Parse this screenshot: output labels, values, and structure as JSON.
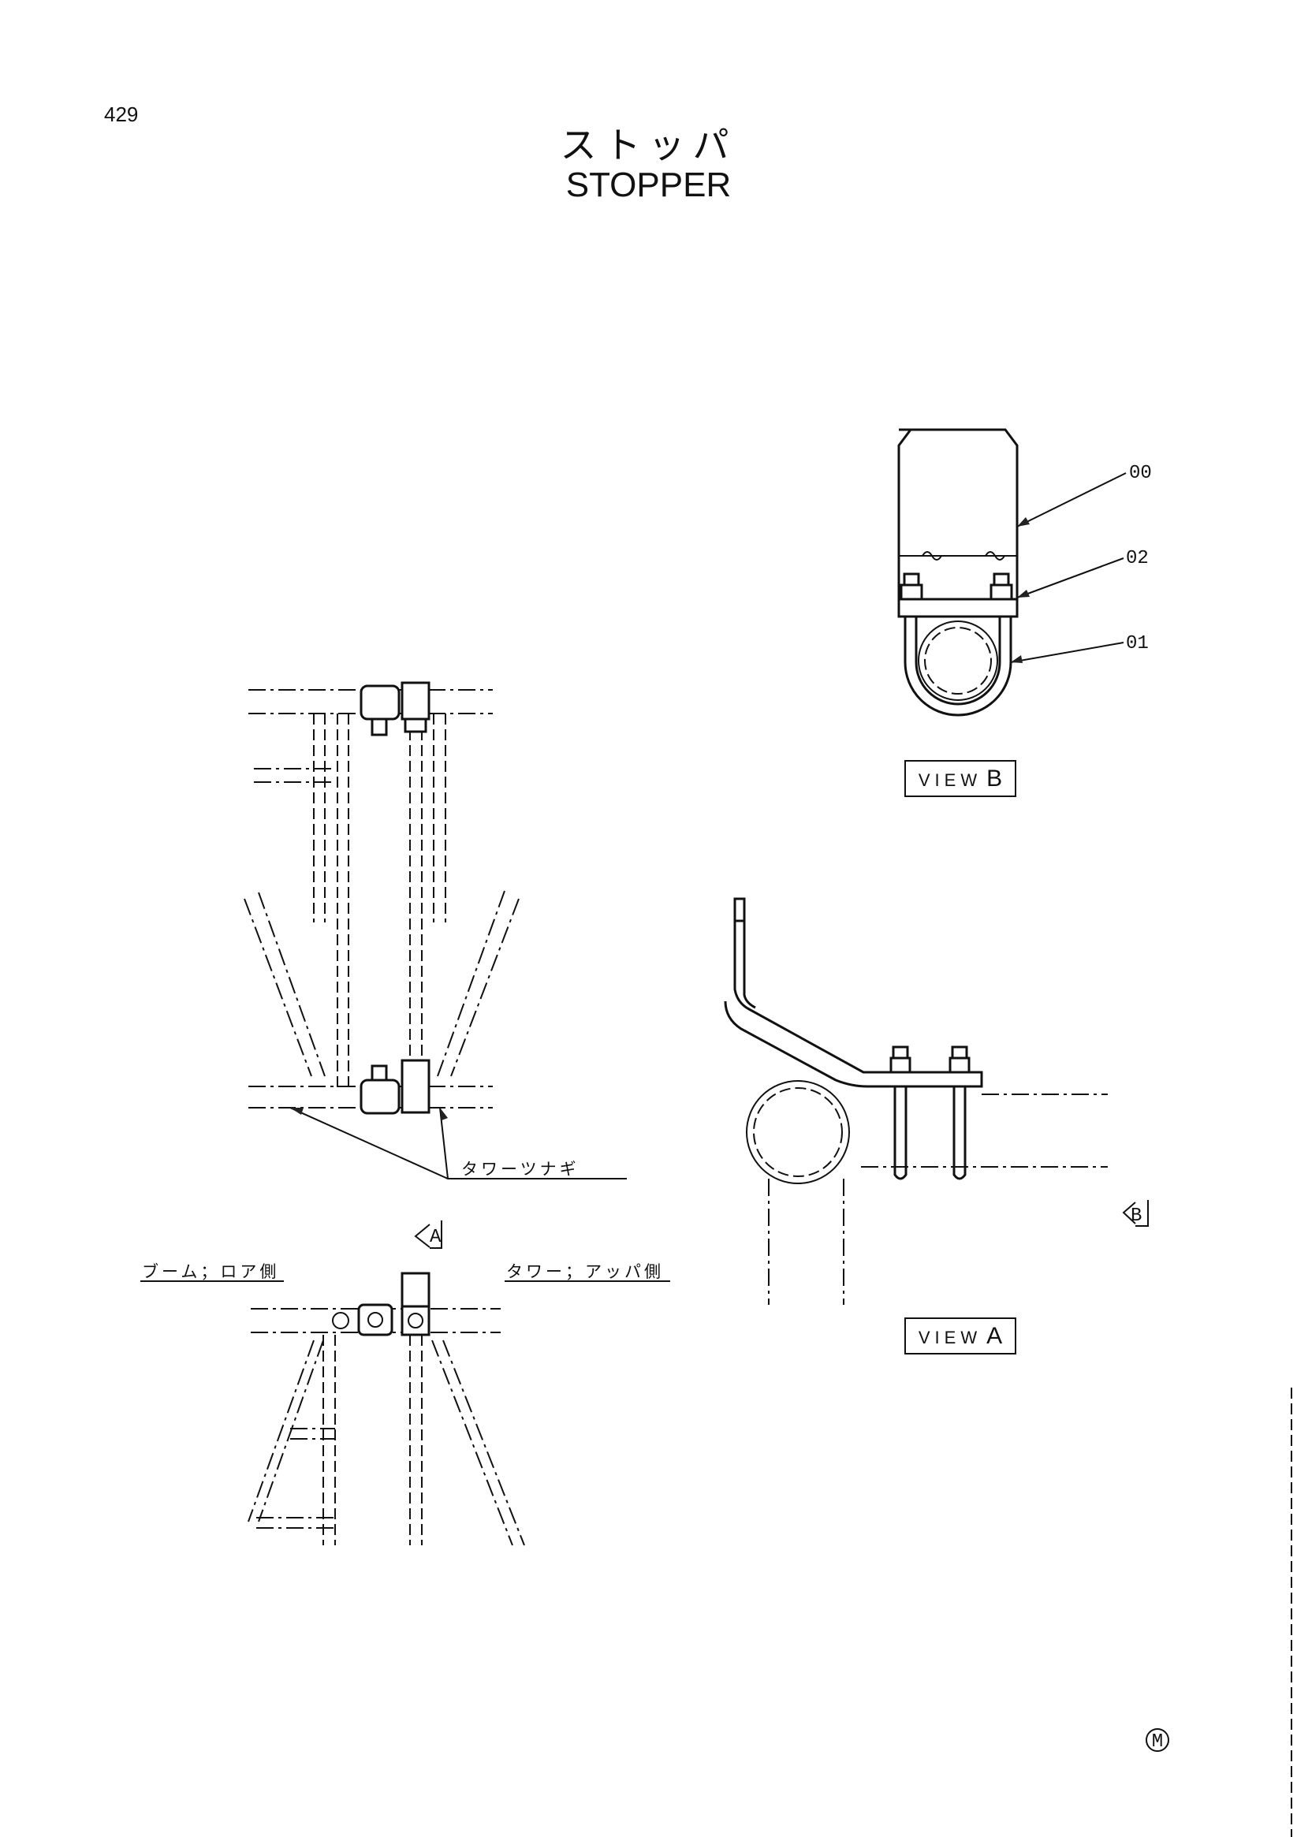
{
  "page": {
    "number": "429"
  },
  "title": {
    "japanese": "ストッパ",
    "english": "STOPPER"
  },
  "callouts": {
    "part_00": "00",
    "part_02": "02",
    "part_01": "01"
  },
  "labels": {
    "tower_tie": "タワーツナギ",
    "boom_lower_side": "ブーム；ロア側",
    "tower_upper_side": "タワー；アッパ側"
  },
  "view_markers": {
    "arrow_a": "A",
    "arrow_b": "B"
  },
  "views": {
    "b": {
      "prefix": "VIEW",
      "letter": "B"
    },
    "a": {
      "prefix": "VIEW",
      "letter": "A"
    }
  },
  "corner_symbol": "M"
}
